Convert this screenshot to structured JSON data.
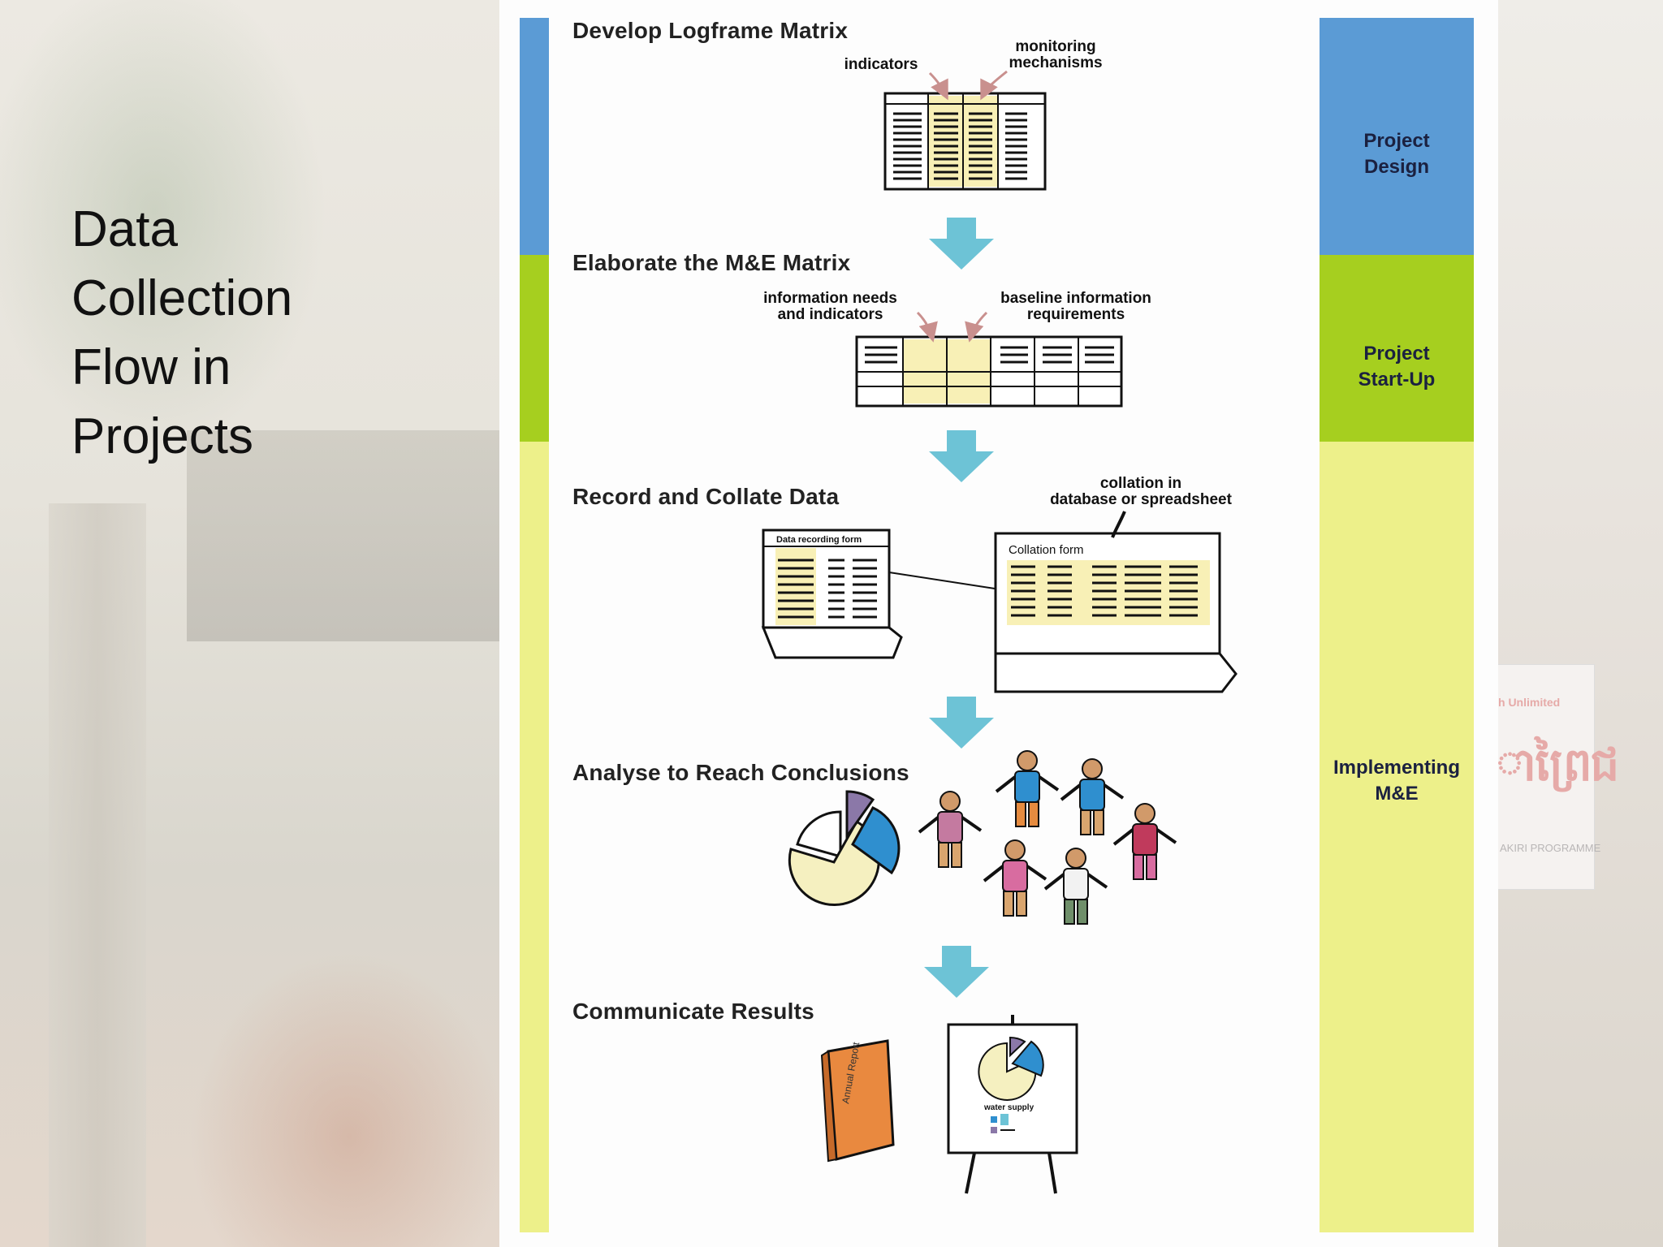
{
  "slide": {
    "title_lines": [
      "Data",
      "Collection",
      "Flow in",
      "Projects"
    ]
  },
  "background_sign": {
    "line1": "h Unlimited",
    "line2": "ាព្រៃជ",
    "line3": "AKIRI PROGRAMME"
  },
  "stages": [
    {
      "title": "Develop Logframe Matrix",
      "callouts": [
        "indicators",
        "monitoring\nmechanisms"
      ]
    },
    {
      "title": "Elaborate the M&E Matrix",
      "callouts": [
        "information needs\nand indicators",
        "baseline information\nrequirements"
      ]
    },
    {
      "title": "Record and Collate Data",
      "callouts": [
        "collation in\ndatabase or spreadsheet"
      ],
      "form_labels": [
        "Data recording form",
        "Collation form"
      ]
    },
    {
      "title": "Analyse to Reach Conclusions"
    },
    {
      "title": "Communicate Results",
      "book_label": "Annual Report",
      "poster_label": "water supply"
    }
  ],
  "phases": [
    {
      "label": "Project\nDesign",
      "color": "#5b9bd5"
    },
    {
      "label": "Project\nStart-Up",
      "color": "#a6cf1f"
    },
    {
      "label": "Implementing\nM&E",
      "color": "#edf08a"
    }
  ],
  "colors": {
    "arrow": "#6dc3d6",
    "highlight": "#f8f0b6",
    "left_bar_blue": "#5b9bd5",
    "left_bar_green": "#a6cf1f",
    "left_bar_yellow": "#edf08a"
  }
}
